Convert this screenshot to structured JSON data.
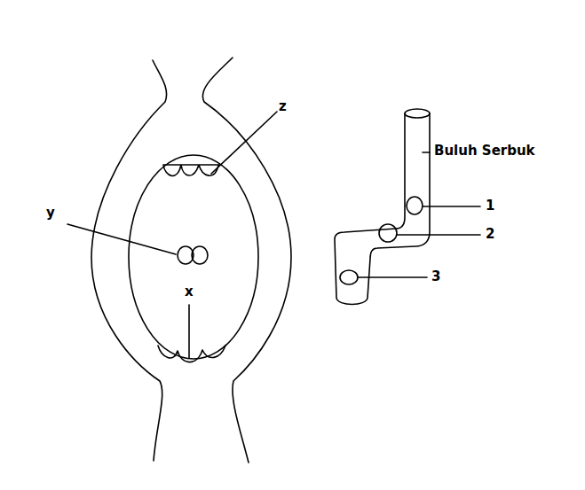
{
  "diagram": {
    "labels": [
      "z",
      "y",
      "x",
      "Buluh Serbuk",
      "1",
      "2",
      "3"
    ]
  }
}
